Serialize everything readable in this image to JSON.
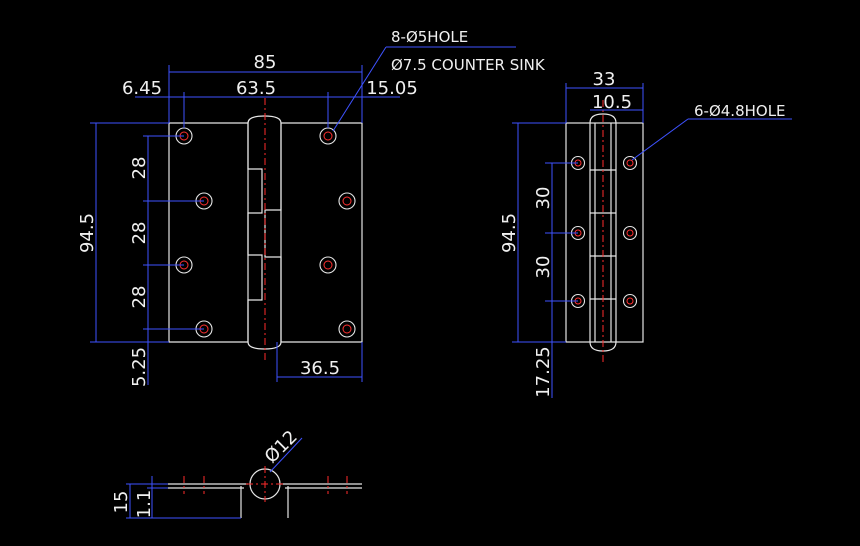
{
  "front_view": {
    "width_total": "85",
    "hole_pitch_h": "63.5",
    "edge_left": "6.45",
    "edge_right": "15.05",
    "leaf_width": "36.5",
    "height_total": "94.5",
    "hole_pitch_v_1": "28",
    "hole_pitch_v_2": "28",
    "hole_pitch_v_3": "28",
    "edge_bottom": "5.25",
    "note_holes": "8-Ø5HOLE",
    "note_sink": "Ø7.5 COUNTER SINK"
  },
  "side_view": {
    "width_total": "33",
    "barrel_width": "10.5",
    "height_total": "94.5",
    "hole_pitch_v_1": "30",
    "hole_pitch_v_2": "30",
    "edge_bottom": "17.25",
    "note_holes": "6-Ø4.8HOLE"
  },
  "bottom_view": {
    "pin_diameter": "Ø12",
    "height_outer": "15",
    "thickness": "1.1"
  },
  "colors": {
    "background": "#000000",
    "object_line": "#e6e6e6",
    "dimension_line": "#3e52ff",
    "center_line": "#ff2b2b",
    "text": "#f0f0f0"
  }
}
